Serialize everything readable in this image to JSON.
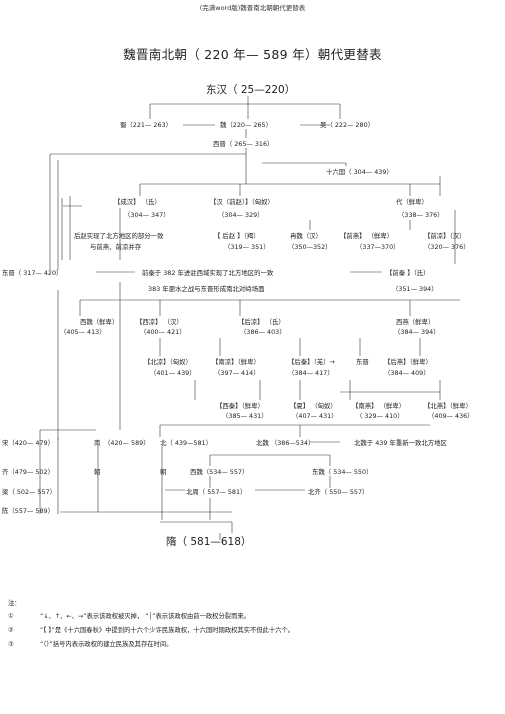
{
  "header": "(完满word版)魏晋南北朝朝代更替表",
  "title": "魏晋南北朝（ 220 年— 589 年）朝代更替表",
  "nodes": {
    "donghan": "东汉（ 25—220）",
    "shu": "蜀（221— 263）",
    "wei": "魏（220— 265）",
    "wu": "吴（ 222— 280）",
    "xijin": "西晋（ 265— 316）",
    "sixteen": "十六国（ 304— 439）",
    "chenghan_name": "【成汉】 （氐）",
    "chenghan_years": "（304— 347）",
    "hanqianzhao_name": "【汉（前赵）】（匈奴）",
    "hanqianzhao_years": "（304— 329）",
    "dai_name": "代（鲜卑）",
    "dai_years": "（338— 376）",
    "houzhao_note1": "后赵实现了北方地区的部分一致",
    "houzhao_note2": "与前燕、前凉并存",
    "houzhao_name": "【 后赵 】（羯）",
    "houzhao_years": "（319— 351）",
    "ranwei_name": "冉魏（汉）",
    "ranwei_years": "（350—352）",
    "qianyan_name": "【前燕】 （鲜卑）",
    "qianyan_years": "（337—370）",
    "qianliang_name": "【前凉】（汉）",
    "qianliang_years": "（320— 376）",
    "dongjin": "东晋（ 317— 420）",
    "qianqin_note": "前秦于 382 年进驻西域实现了北方地区的一致",
    "qianqin_name": "【前秦 】（氐）",
    "feishui_note": "383 年淝水之战与东晋形成南北对峙场面",
    "qianqin_years": "（351— 394）",
    "xiyan_name": "西魏（鲜卑）",
    "xiyan_years": "（405— 413）",
    "xiliang_name": "【西凉】 （汉）",
    "xiliang_years": "（400— 421）",
    "houliang_name": "【后凉】 （氐）",
    "houliang_years": "（386— 403）",
    "xiyan2_name": "西燕（鲜卑）",
    "xiyan2_years": "（384— 394）",
    "beiliang_name": "【北凉】（匈奴）",
    "beiliang_years": "（401— 439）",
    "nanliang_name": "【南凉】（鲜卑）",
    "nanliang_years": "（397— 414）",
    "houqin_name": "【后秦】（羌）→",
    "houqin_years": "（384— 417）",
    "dongjin2": "东晋",
    "houyan_name": "【后燕】（鲜卑）",
    "houyan_years": "（384— 409）",
    "xiqin_name": "【西秦】（鲜卑）",
    "xiqin_years": "（385— 431）",
    "xia_name": "【夏】 （匈奴）",
    "xia_years": "（407— 431）",
    "nanyan_name": "【南燕】 （鲜卑）",
    "nanyan_years": "（ 329— 410）",
    "beiyan_name": "【北燕】（鲜卑）",
    "beiyan_years": "（409— 436）",
    "song": "宋（420— 479）",
    "nanchao": "南",
    "nanchao_range": "（420— 589）",
    "bei": "北（ 439—581）",
    "beiwei": "北魏 （386—534）",
    "beiwei_note": "北魏于 439 年重新一致北方地区",
    "qi": "齐（479— 502）",
    "chao1": "朝",
    "chao2": "朝",
    "xiwei": "西魏（534— 557）",
    "dongwei": "东魏（ 534— 550）",
    "liang": "梁（ 502— 557）",
    "beizhou": "北周（ 557— 581）",
    "beiqi": "北齐（ 550— 557）",
    "chen": "陈（557— 589）",
    "sui": "隋（ 581—618）"
  },
  "notes": {
    "label": "注：",
    "n1_mark": "①",
    "n1": "“↓、↑、←、→”表示该政权被灭掉，  “│”表示该政权由前一政权分裂而来。",
    "n2_mark": "②",
    "n2": "“【 】”是《十六国春秋》中提到的十六个少许民族政权，十六国时期政权其实不但此十六个。",
    "n3_mark": "③",
    "n3": "“（）”括号内表示政权的建立民族及其存在时间。"
  }
}
